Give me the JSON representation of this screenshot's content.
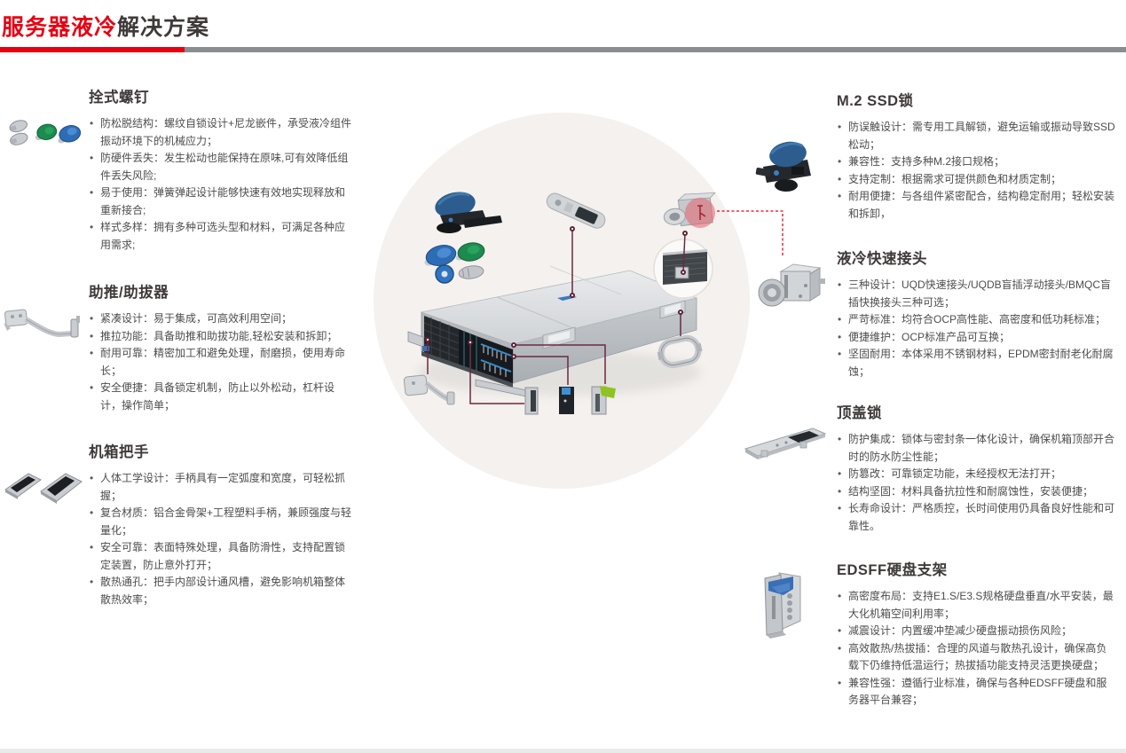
{
  "header": {
    "title_highlight": "服务器液冷",
    "title_rest": "解决方案"
  },
  "colors": {
    "accent_red": "#e60012",
    "rule_gray": "#8a8d90",
    "leader_line": "#6b2940",
    "circle_bg": "#f4f1ee",
    "heading_text": "#3f3a39",
    "body_text": "#4d4d4d"
  },
  "left_sections": [
    {
      "title": "拴式螺钉",
      "icon": "captive-screws-icon",
      "bullets": [
        "防松脱结构：螺纹自锁设计+尼龙嵌件，承受液冷组件振动环境下的机械应力；",
        "防硬件丢失：发生松动也能保持在原味,可有效降低组件丢失风险;",
        "易于使用：弹簧弹起设计能够快速有效地实现释放和重新接合;",
        "样式多样：拥有多种可选头型和材料，可满足各种应用需求;"
      ]
    },
    {
      "title": "助推/助拔器",
      "icon": "push-pull-lever-icon",
      "bullets": [
        "紧凑设计：易于集成，可高效利用空间；",
        "推拉功能：具备助推和助拔功能,轻松安装和拆卸；",
        "耐用可靠：精密加工和避免处理，耐磨损，使用寿命长；",
        "安全便捷：具备锁定机制，防止以外松动，杠杆设计，操作简单；"
      ]
    },
    {
      "title": "机箱把手",
      "icon": "chassis-handle-icon",
      "bullets": [
        "人体工学设计：手柄具有一定弧度和宽度，可轻松抓握；",
        "复合材质：铝合金骨架+工程塑料手柄，兼顾强度与轻量化；",
        "安全可靠：表面特殊处理，具备防滑性，支持配置锁定装置，防止意外打开；",
        "散热通孔：把手内部设计通风槽，避免影响机箱整体散热效率；"
      ]
    }
  ],
  "right_sections": [
    {
      "title": "M.2 SSD锁",
      "icon": "m2-ssd-lock-icon",
      "bullets": [
        "防误触设计：需专用工具解锁，避免运输或振动导致SSD松动；",
        "兼容性：支持多种M.2接口规格；",
        "支持定制：根据需求可提供颜色和材质定制；",
        "耐用便捷：与各组件紧密配合，结构稳定耐用；轻松安装和拆卸，"
      ]
    },
    {
      "title": "液冷快速接头",
      "icon": "quick-connector-icon",
      "bullets": [
        "三种设计：UQD快速接头/UQDB盲插浮动接头/BMQC盲插快换接头三种可选；",
        "严苛标准：均符合OCP高性能、高密度和低功耗标准；",
        "便捷维护：OCP标准产品可互换；",
        "坚固耐用：本体采用不锈钢材料，EPDM密封耐老化耐腐蚀；"
      ]
    },
    {
      "title": "顶盖锁",
      "icon": "top-cover-lock-icon",
      "bullets": [
        "防护集成：锁体与密封条一体化设计，确保机箱顶部开合时的防水防尘性能；",
        "防篡改：可靠锁定功能，未经授权无法打开；",
        "结构坚固：材料具备抗拉性和耐腐蚀性，安装便捷；",
        "长寿命设计：严格质控，长时间使用仍具备良好性能和可靠性。"
      ]
    },
    {
      "title": "EDSFF硬盘支架",
      "icon": "edsff-bracket-icon",
      "bullets": [
        "高密度布局：支持E1.S/E3.S规格硬盘垂直/水平安装，最大化机箱空间利用率；",
        "减震设计：内置缓冲垫减少硬盘振动损伤风险；",
        "高效散热/热拔插：合理的风道与散热孔设计，确保高负载下仍维持低温运行；热拔插功能支持灵活更换硬盘；",
        "兼容性强：遵循行业标准，确保与各种EDSFF硬盘和服务器平台兼容；"
      ]
    }
  ],
  "illustration": {
    "components": [
      "server-chassis",
      "m2-ssd-lock",
      "captive-screws",
      "top-cover-latch",
      "liquid-cooling-quick-connector",
      "rear-panel-magnifier",
      "chassis-side-handle",
      "push-pull-lever",
      "edsff-drive-carriers"
    ]
  }
}
